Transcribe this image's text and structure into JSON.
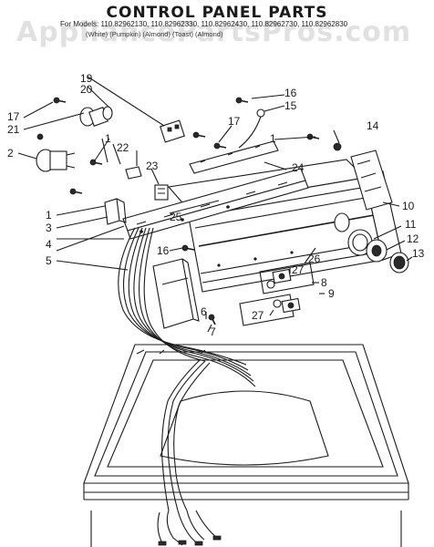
{
  "title": "CONTROL PANEL PARTS",
  "models_line": "For Models: 110.82962130, 110.82962330, 110.82962430, 110.82962730, 110.82962830",
  "colors_line": "(White)   (Pumpkin)   (Almond)   (Toast)   (Almond)",
  "watermark": "AppliancePartsPros.com",
  "callouts": {
    "c1a": "1",
    "c1b": "1",
    "c1c": "1",
    "c2": "2",
    "c3": "3",
    "c4": "4",
    "c5": "5",
    "c6": "6",
    "c7": "7",
    "c8": "8",
    "c9": "9",
    "c10": "10",
    "c11": "11",
    "c12": "12",
    "c13": "13",
    "c14": "14",
    "c15": "15",
    "c16a": "16",
    "c16b": "16",
    "c17a": "17",
    "c17b": "17",
    "c19": "19",
    "c20": "20",
    "c21": "21",
    "c22": "22",
    "c23": "23",
    "c24": "24",
    "c25": "25",
    "c26": "26",
    "c27a": "27",
    "c27b": "27"
  }
}
